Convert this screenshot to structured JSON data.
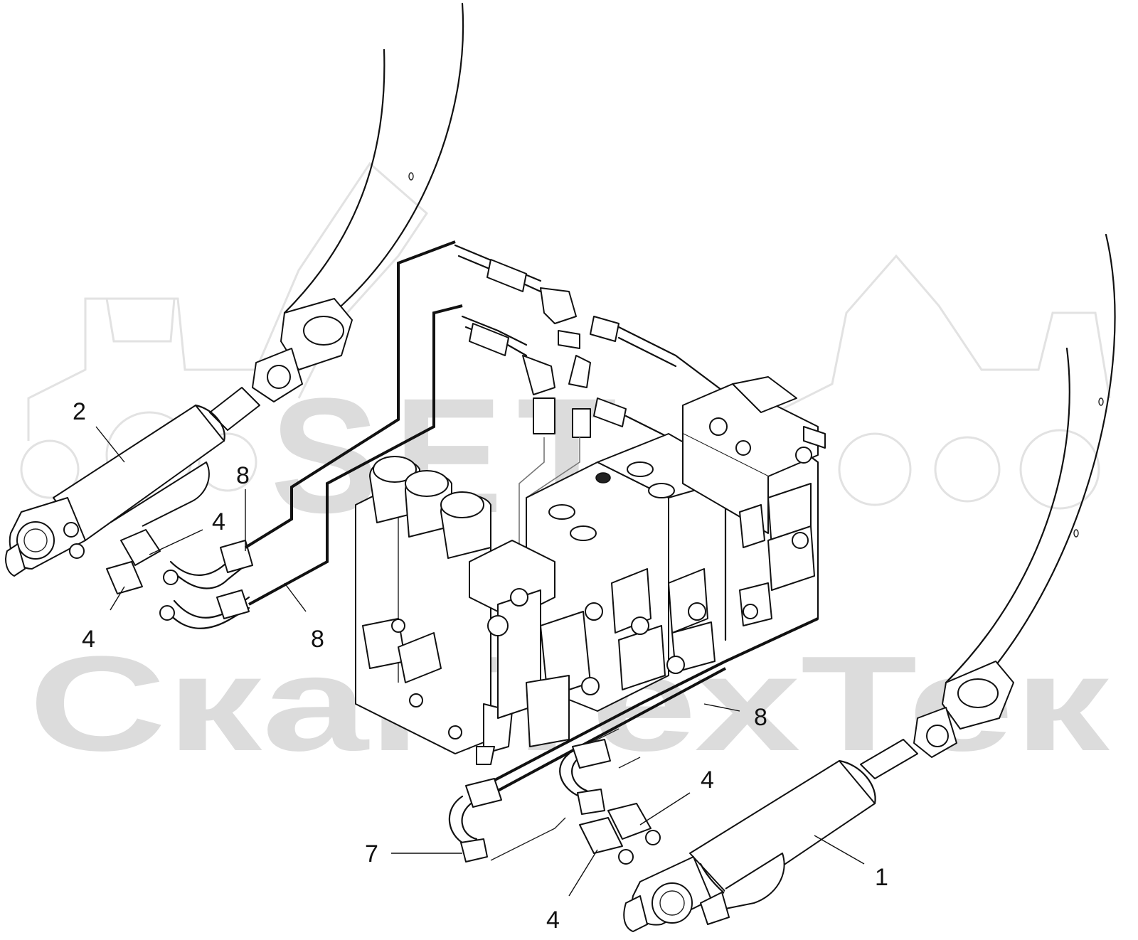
{
  "watermark": {
    "logo_text": "SET",
    "brand_text": "СканТехТек"
  },
  "callouts": [
    {
      "id": "c2",
      "label": "2"
    },
    {
      "id": "c8a",
      "label": "8"
    },
    {
      "id": "c4a",
      "label": "4"
    },
    {
      "id": "c4b",
      "label": "4"
    },
    {
      "id": "c8b",
      "label": "8"
    },
    {
      "id": "c8c",
      "label": "8"
    },
    {
      "id": "c4c",
      "label": "4"
    },
    {
      "id": "c7",
      "label": "7"
    },
    {
      "id": "c1",
      "label": "1"
    },
    {
      "id": "c4d",
      "label": "4"
    }
  ]
}
